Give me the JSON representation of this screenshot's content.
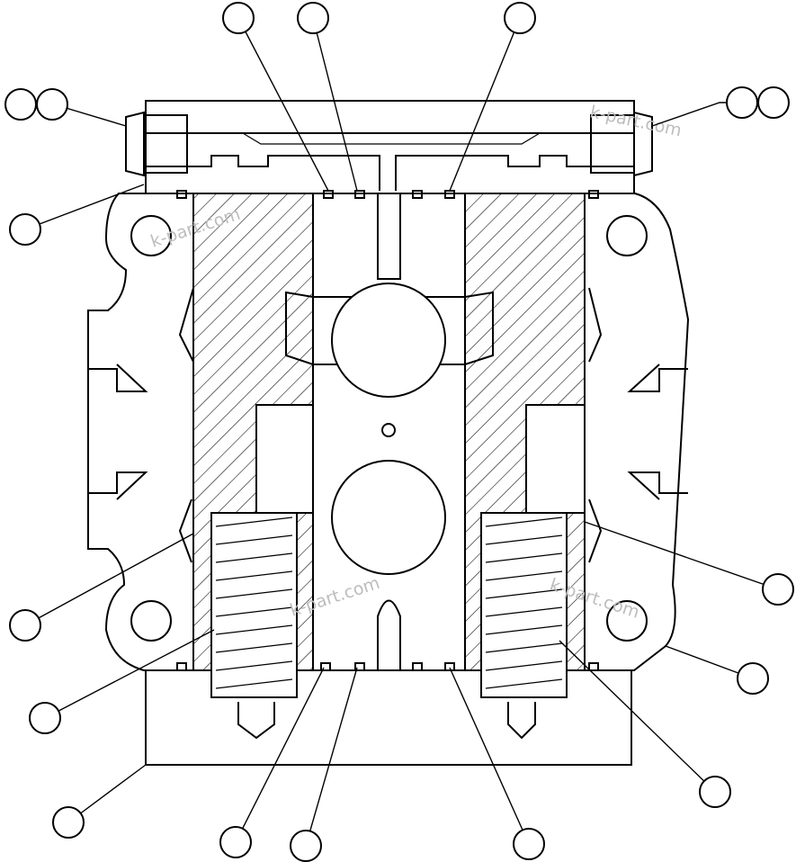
{
  "watermark": {
    "text": "k-part.com"
  },
  "callouts": [
    {
      "id": "c1"
    },
    {
      "id": "c2"
    },
    {
      "id": "c3"
    },
    {
      "id": "c4"
    },
    {
      "id": "c5"
    },
    {
      "id": "c6"
    },
    {
      "id": "c7"
    },
    {
      "id": "c8"
    },
    {
      "id": "c9"
    },
    {
      "id": "c10"
    },
    {
      "id": "c11"
    },
    {
      "id": "c12"
    },
    {
      "id": "c13"
    },
    {
      "id": "c14"
    },
    {
      "id": "c15"
    },
    {
      "id": "c16"
    },
    {
      "id": "c17"
    },
    {
      "id": "c18"
    },
    {
      "id": "c19"
    }
  ]
}
